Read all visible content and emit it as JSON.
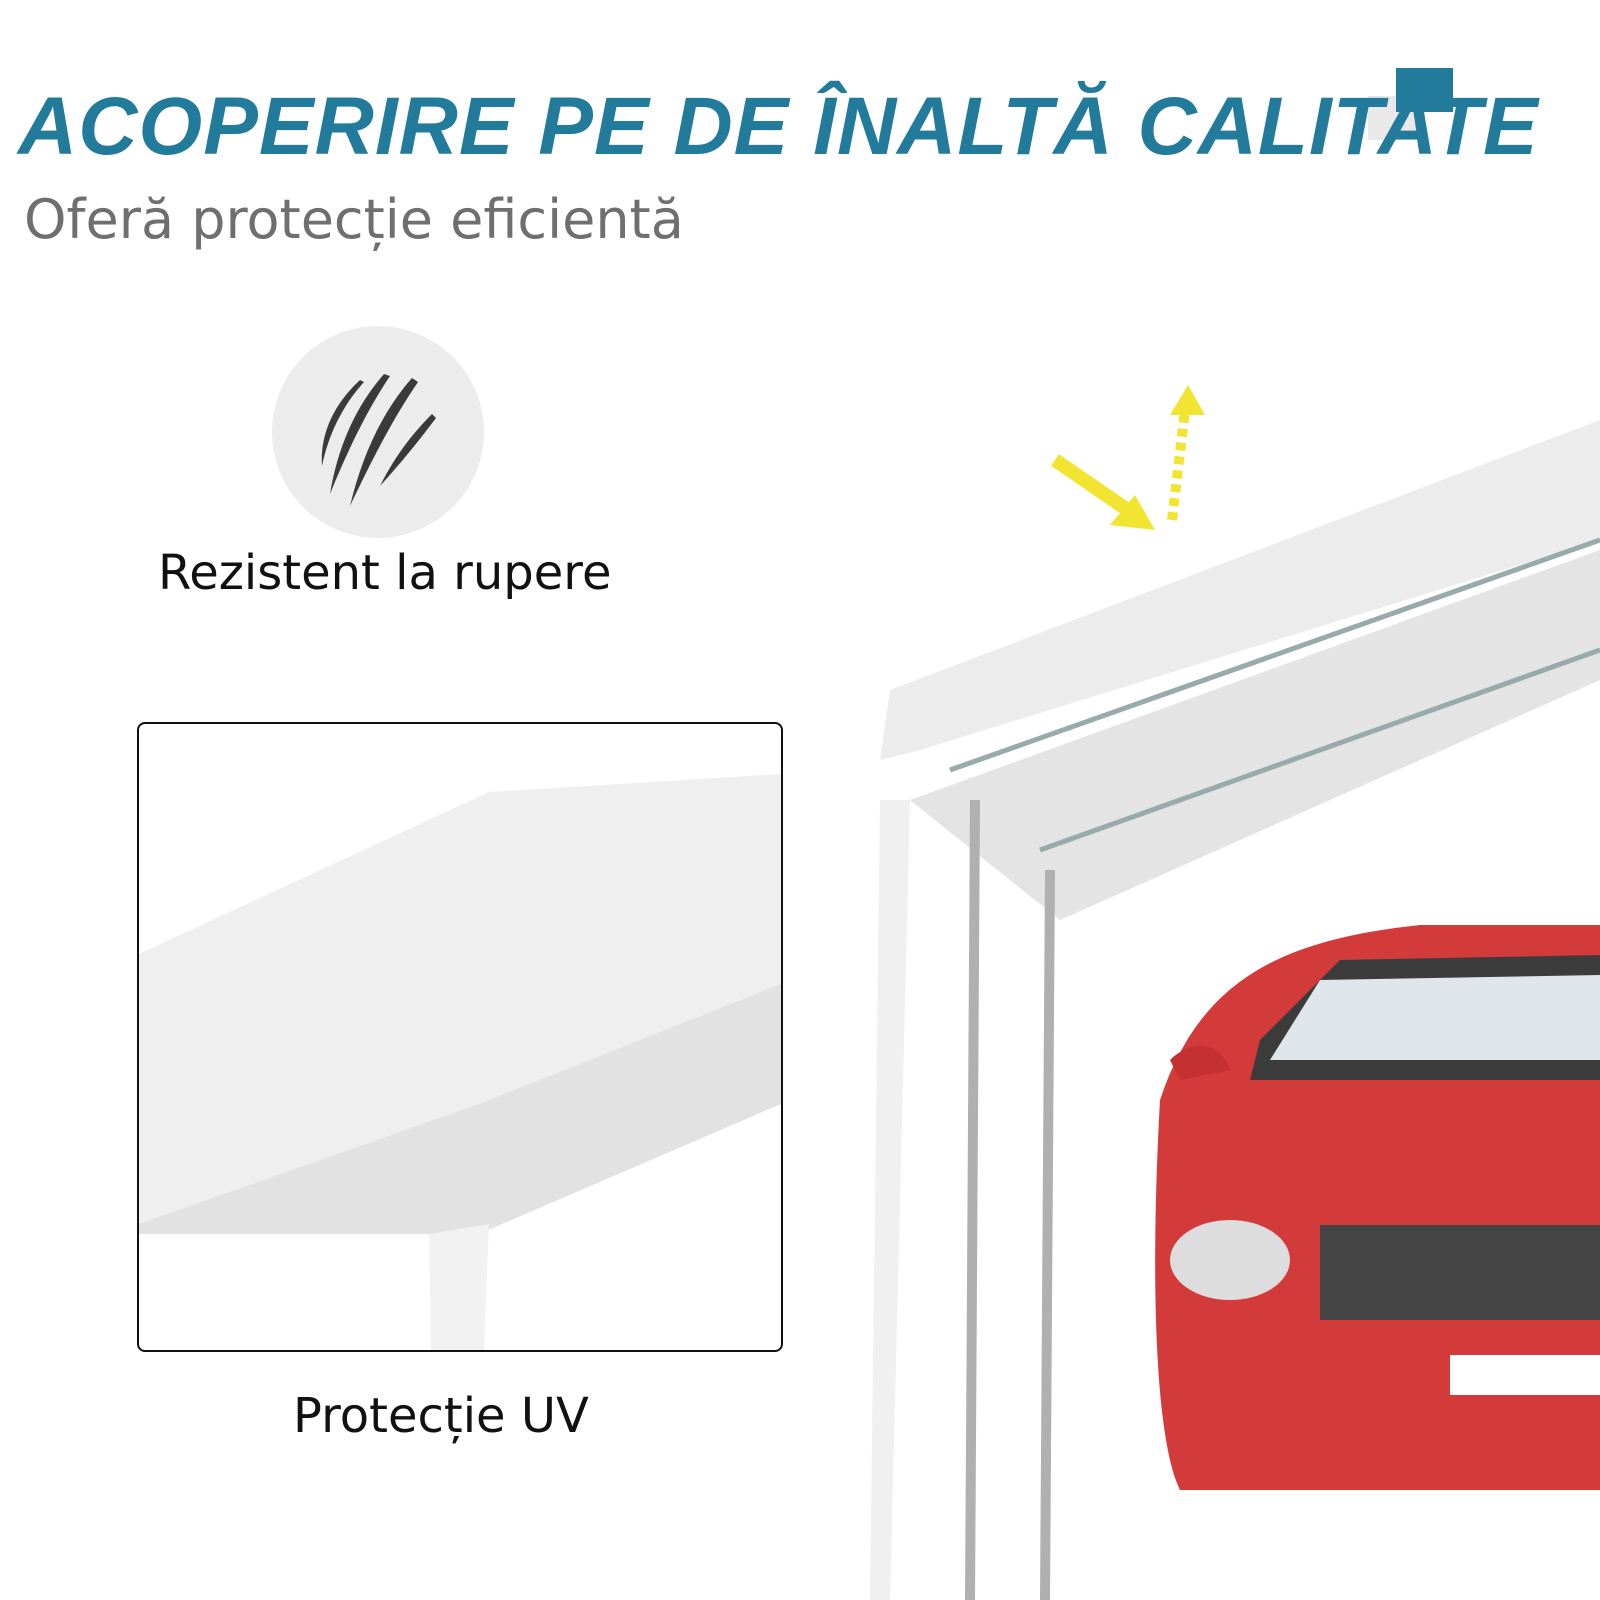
{
  "title": "ACOPERIRE PE DE ÎNALTĂ CALITATE",
  "subtitle": "Oferă protecție eficientă",
  "features": [
    {
      "label": "Rezistent la rupere",
      "icon": "claw-scratch-icon"
    },
    {
      "label": "Protecție UV",
      "icon": "canopy-closeup-image"
    }
  ],
  "colors": {
    "accent": "#237b9c",
    "subtitle": "#6f6f6f",
    "car": "#d33a3a",
    "arrow": "#f2e531"
  }
}
